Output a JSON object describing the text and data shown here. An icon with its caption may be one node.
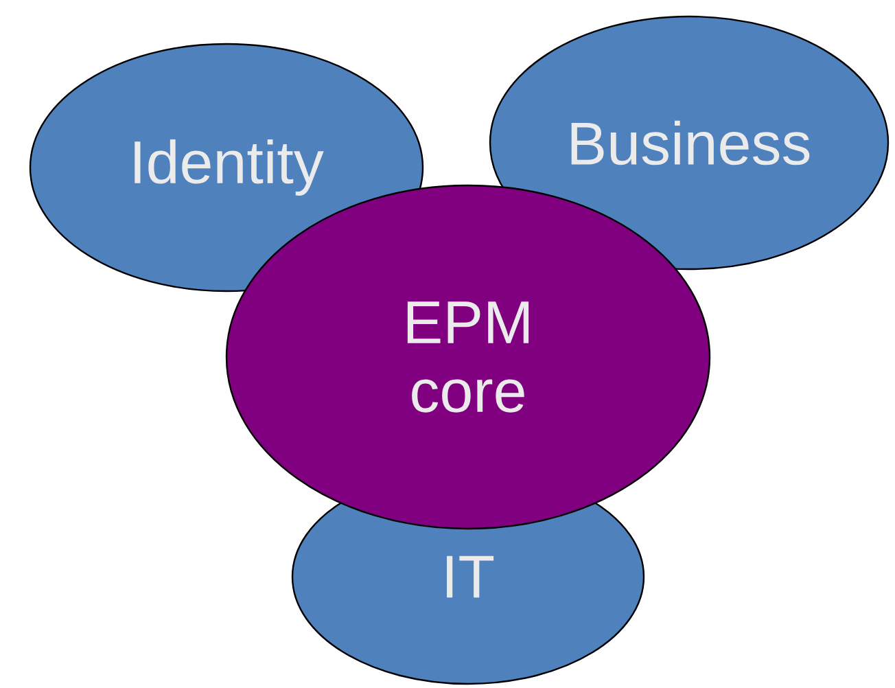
{
  "diagram": {
    "nodes": [
      {
        "text": [
          "Identity"
        ]
      },
      {
        "text": [
          "Business"
        ]
      },
      {
        "text": [
          "EPM core"
        ]
      },
      {
        "text": [
          "IT"
        ]
      }
    ]
  }
}
